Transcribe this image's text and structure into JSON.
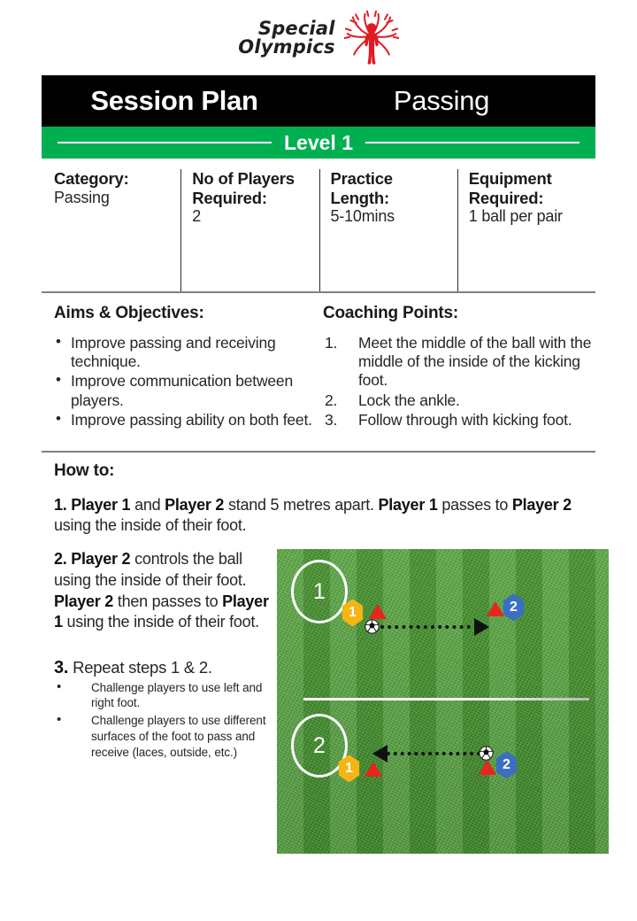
{
  "logo": {
    "line1": "Special",
    "line2": "Olympics",
    "mark_color": "#e01b24",
    "mark_name": "special-olympics-starburst-figure"
  },
  "header": {
    "title": "Session Plan",
    "topic": "Passing",
    "level": "Level 1",
    "bar_color": "#000000",
    "level_bar_color": "#00b050"
  },
  "info": [
    {
      "label": "Category:",
      "value": "Passing"
    },
    {
      "label": "No of Players Required:",
      "value": "2"
    },
    {
      "label": "Practice Length:",
      "value": "5-10mins"
    },
    {
      "label": "Equipment Required:",
      "value": "1 ball per pair"
    }
  ],
  "aims": {
    "heading": "Aims & Objectives:",
    "items": [
      "Improve passing and receiving technique.",
      "Improve communication between players.",
      "Improve passing ability on both feet."
    ]
  },
  "coaching": {
    "heading": "Coaching Points:",
    "items": [
      "Meet the middle of the ball with the middle of the inside of the kicking foot.",
      "Lock the ankle.",
      "Follow through with kicking foot."
    ]
  },
  "howto": {
    "heading": "How to:",
    "step1": {
      "number": "1.",
      "parts": [
        {
          "t": "1. ",
          "b": true
        },
        {
          "t": "Player 1",
          "b": true
        },
        {
          "t": " and ",
          "b": false
        },
        {
          "t": "Player 2",
          "b": true
        },
        {
          "t": " stand 5 metres apart. ",
          "b": false
        },
        {
          "t": "Player 1",
          "b": true
        },
        {
          "t": " passes to ",
          "b": false
        },
        {
          "t": "Player 2",
          "b": true
        },
        {
          "t": " using the inside of their foot.",
          "b": false
        }
      ]
    },
    "step2": {
      "parts": [
        {
          "t": "2. ",
          "b": true
        },
        {
          "t": "Player 2",
          "b": true
        },
        {
          "t": " controls the ball using the inside of their foot. ",
          "b": false
        },
        {
          "t": "Player 2",
          "b": true
        },
        {
          "t": " then passes to ",
          "b": false
        },
        {
          "t": "Player 1",
          "b": true
        },
        {
          "t": " using the inside of their foot.",
          "b": false
        }
      ]
    },
    "step3": {
      "number": "3.",
      "text": "Repeat steps 1 & 2.",
      "challenges": [
        "Challenge players to use left and right foot.",
        "Challenge players to use different surfaces of the foot to pass and receive (laces, outside, etc.)"
      ]
    }
  },
  "diagram": {
    "panels": [
      {
        "step_label": "1",
        "player_left": "1",
        "player_right": "2",
        "ball_side": "left",
        "arrow_direction": "right"
      },
      {
        "step_label": "2",
        "player_left": "1",
        "player_right": "2",
        "ball_side": "right",
        "arrow_direction": "left"
      }
    ],
    "colors": {
      "player1": "#f5b513",
      "player2": "#3c6fc4",
      "cone": "#e8261c",
      "marker_outline": "#ffffff",
      "arrow": "#111111"
    }
  }
}
